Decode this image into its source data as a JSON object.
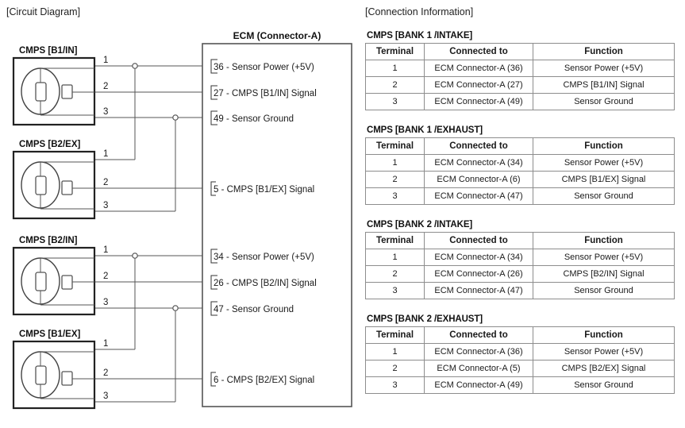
{
  "circuit": {
    "title": "[Circuit Diagram]",
    "ecm_label": "ECM (Connector-A)",
    "sensors": [
      {
        "name": "CMPS [B1/IN]",
        "terminals": [
          "1",
          "2",
          "3"
        ]
      },
      {
        "name": "CMPS [B2/EX]",
        "terminals": [
          "1",
          "2",
          "3"
        ]
      },
      {
        "name": "CMPS [B2/IN]",
        "terminals": [
          "1",
          "2",
          "3"
        ]
      },
      {
        "name": "CMPS [B1/EX]",
        "terminals": [
          "1",
          "2",
          "3"
        ]
      }
    ],
    "ecm_pins": [
      {
        "pin": "36",
        "label": "36 - Sensor Power (+5V)"
      },
      {
        "pin": "27",
        "label": "27 - CMPS [B1/IN] Signal"
      },
      {
        "pin": "49",
        "label": "49 - Sensor Ground"
      },
      {
        "pin": "5",
        "label": "5 - CMPS [B1/EX] Signal"
      },
      {
        "pin": "34",
        "label": "34 - Sensor Power (+5V)"
      },
      {
        "pin": "26",
        "label": "26 - CMPS [B2/IN] Signal"
      },
      {
        "pin": "47",
        "label": "47 - Sensor Ground"
      },
      {
        "pin": "6",
        "label": "6 - CMPS [B2/EX] Signal"
      }
    ]
  },
  "info": {
    "title": "[Connection Information]",
    "columns": [
      "Terminal",
      "Connected to",
      "Function"
    ],
    "tables": [
      {
        "caption": "CMPS [BANK 1 /INTAKE]",
        "rows": [
          [
            "1",
            "ECM Connector-A (36)",
            "Sensor Power (+5V)"
          ],
          [
            "2",
            "ECM Connector-A (27)",
            "CMPS [B1/IN] Signal"
          ],
          [
            "3",
            "ECM Connector-A (49)",
            "Sensor Ground"
          ]
        ]
      },
      {
        "caption": "CMPS [BANK 1 /EXHAUST]",
        "rows": [
          [
            "1",
            "ECM Connector-A (34)",
            "Sensor Power (+5V)"
          ],
          [
            "2",
            "ECM Connector-A (6)",
            "CMPS [B1/EX] Signal"
          ],
          [
            "3",
            "ECM Connector-A (47)",
            "Sensor Ground"
          ]
        ]
      },
      {
        "caption": "CMPS [BANK 2 /INTAKE]",
        "rows": [
          [
            "1",
            "ECM Connector-A (34)",
            "Sensor Power (+5V)"
          ],
          [
            "2",
            "ECM Connector-A (26)",
            "CMPS [B2/IN] Signal"
          ],
          [
            "3",
            "ECM Connector-A (47)",
            "Sensor Ground"
          ]
        ]
      },
      {
        "caption": "CMPS [BANK 2 /EXHAUST]",
        "rows": [
          [
            "1",
            "ECM Connector-A (36)",
            "Sensor Power (+5V)"
          ],
          [
            "2",
            "ECM Connector-A (5)",
            "CMPS [B2/EX] Signal"
          ],
          [
            "3",
            "ECM Connector-A (49)",
            "Sensor Ground"
          ]
        ]
      }
    ]
  },
  "colors": {
    "line": "#555555",
    "box_stroke": "#222222",
    "table_border": "#8d8d8d",
    "text": "#1a1a1a",
    "background": "#ffffff"
  }
}
